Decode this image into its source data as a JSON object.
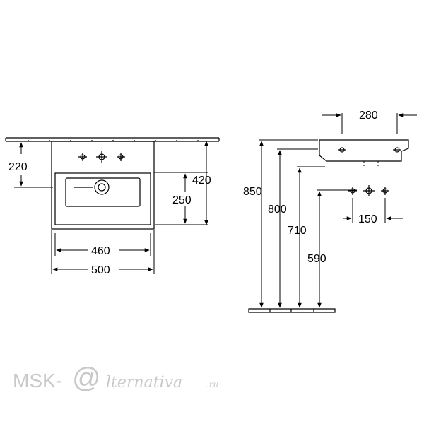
{
  "dimensions": {
    "front": {
      "height_220": "220",
      "height_420": "420",
      "height_250": "250",
      "width_460": "460",
      "width_500": "500"
    },
    "side": {
      "width_280": "280",
      "height_850": "850",
      "height_800": "800",
      "height_710": "710",
      "height_590": "590",
      "spacing_150": "150"
    }
  },
  "watermark": {
    "brand": "MSK-",
    "at_symbol": "@",
    "script": "lternativa",
    "suffix": ".ru"
  }
}
